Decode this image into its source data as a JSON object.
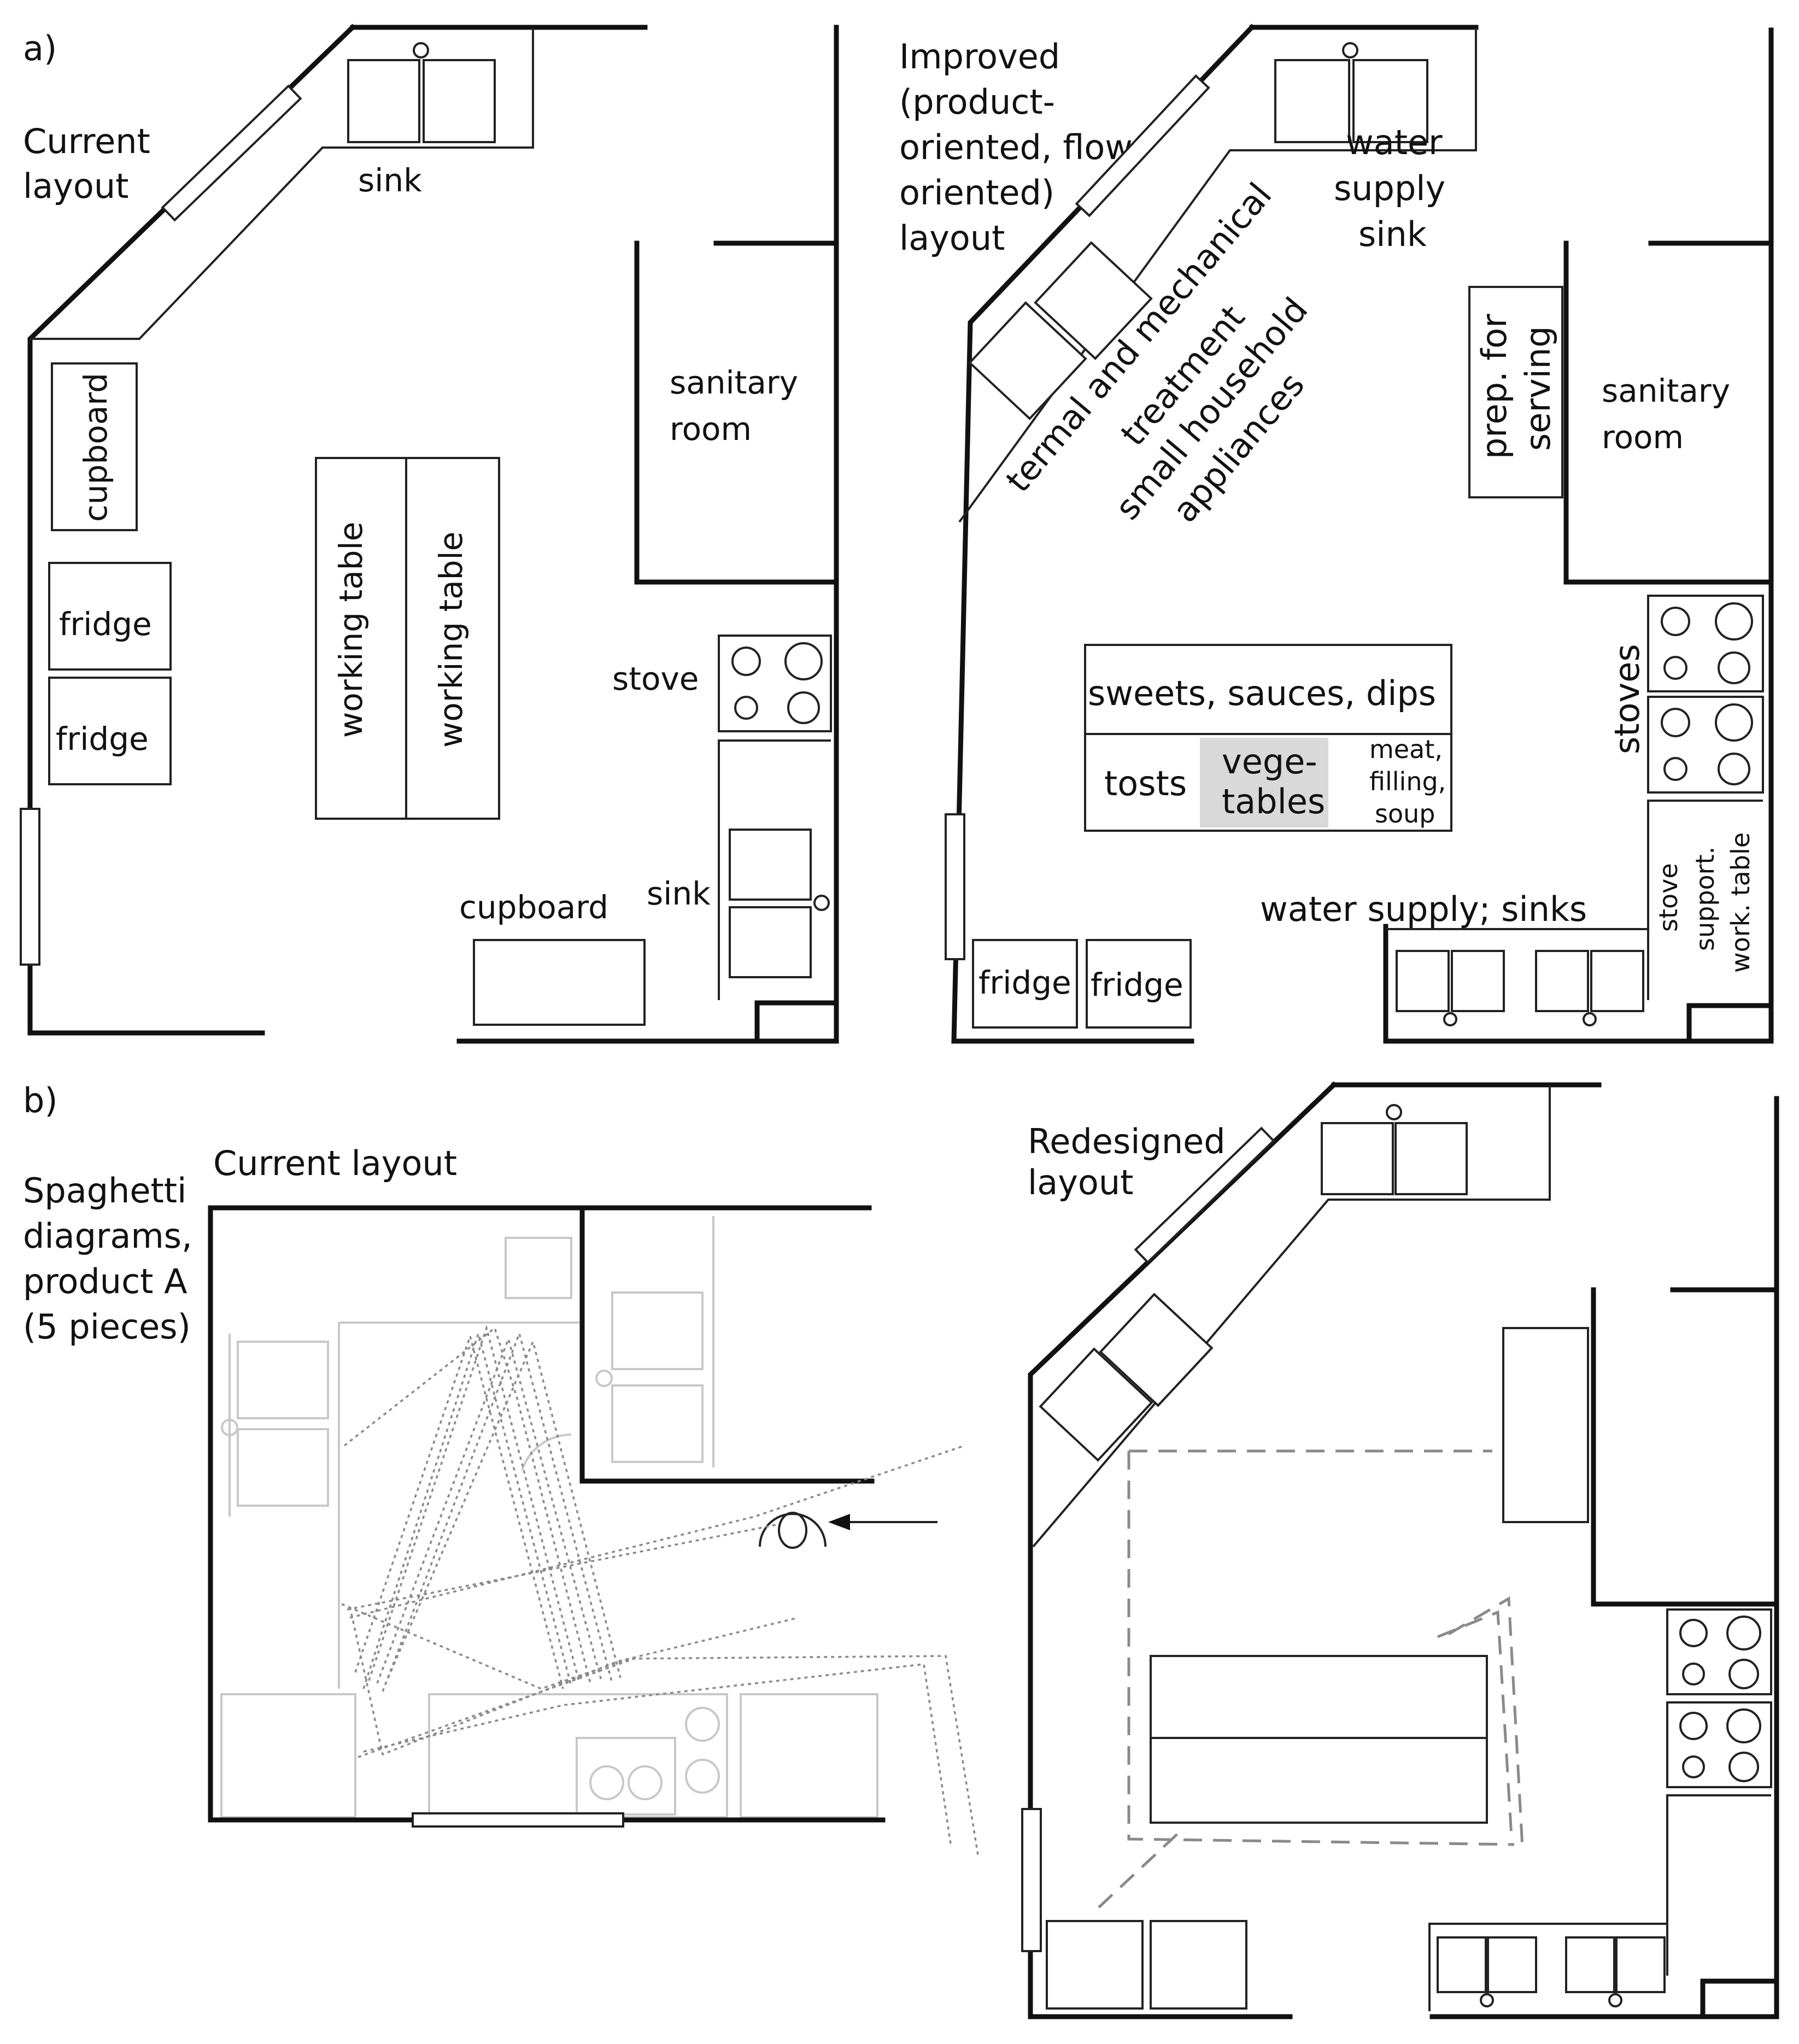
{
  "panel_a": {
    "tag": "a)",
    "current": {
      "title_lines": [
        "Current",
        "layout"
      ],
      "labels": {
        "sink_top": "sink",
        "cupboard_left": "cupboard",
        "fridge_1": "fridge",
        "fridge_2": "fridge",
        "working_table_1": "working table",
        "working_table_2": "working table",
        "sanitary_lines": [
          "sanitary",
          "room"
        ],
        "stove": "stove",
        "sink_right": "sink",
        "cupboard_bottom": "cupboard"
      }
    },
    "improved": {
      "title_lines": [
        "Improved",
        "(product-",
        "oriented, flow-",
        "oriented)",
        "layout"
      ],
      "labels": {
        "water_sink_lines": [
          "water",
          "supply",
          "sink"
        ],
        "diagonal_lines": [
          "termal and mechanical",
          "treatment",
          "small household",
          "appliances"
        ],
        "prep_lines": [
          "prep. for",
          "serving"
        ],
        "sanitary_lines": [
          "sanitary",
          "room"
        ],
        "stoves": "stoves",
        "table_top": "sweets, sauces, dips",
        "tosts": "tosts",
        "vegetables_lines": [
          "vege-",
          "tables"
        ],
        "meat_lines": [
          "meat,",
          "filling,",
          "soup"
        ],
        "water_sinks": "water supply; sinks",
        "stove_support_lines": [
          "stove",
          "support.",
          "work. table"
        ],
        "fridge_1": "fridge",
        "fridge_2": "fridge"
      },
      "vegetables_fill": "#d9d9d9"
    }
  },
  "panel_b": {
    "tag": "b)",
    "caption_lines": [
      "Spaghetti",
      "diagrams,",
      "product A",
      "(5 pieces)"
    ],
    "current_title": "Current layout",
    "redesigned_title_lines": [
      "Redesigned",
      "layout"
    ]
  },
  "colors": {
    "wall": "#111111",
    "faded": "#c8c8c8",
    "path": "#8a8a8a"
  }
}
